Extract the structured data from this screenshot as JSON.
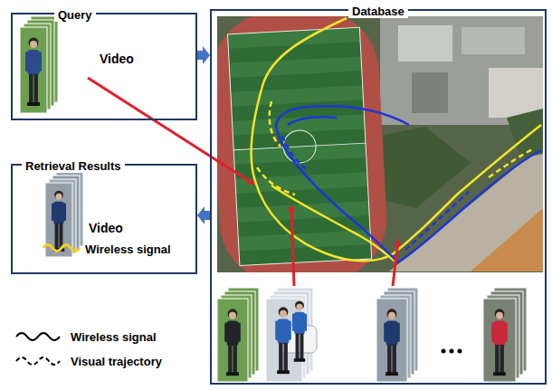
{
  "diagram": {
    "nodes": [
      {
        "text": [
          "Query",
          "Video"
        ]
      },
      {
        "text": [
          "Retrieval Results",
          "Video",
          "Wireless signal"
        ]
      },
      {
        "text": [
          "Database"
        ]
      }
    ],
    "edges": [
      {
        "from": 0,
        "to": 2,
        "arrow": "to"
      },
      {
        "from": 2,
        "to": 1,
        "arrow": "to"
      }
    ],
    "legend": [
      {
        "text": "Wireless signal"
      },
      {
        "text": "Visual trajectory"
      }
    ]
  }
}
